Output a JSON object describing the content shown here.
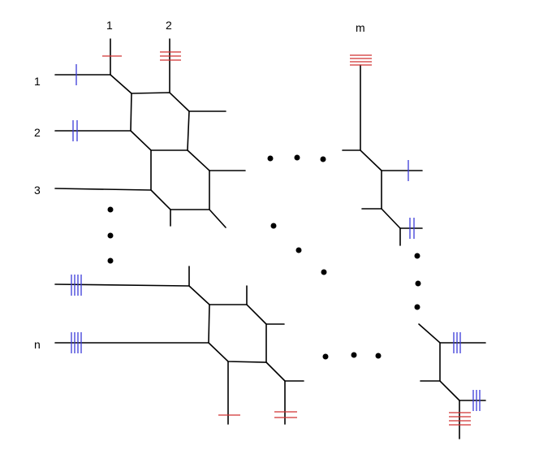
{
  "column_labels": {
    "c1": "1",
    "c2": "2",
    "cm": "m"
  },
  "row_labels": {
    "r1": "1",
    "r2": "2",
    "r3": "3",
    "rn": "n"
  },
  "colors": {
    "edge": "#000000",
    "vertical_ticks": "#d03030",
    "horizontal_ticks": "#3a3ad8"
  }
}
